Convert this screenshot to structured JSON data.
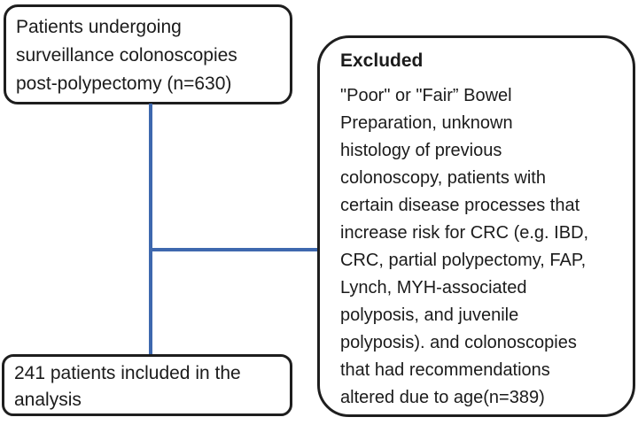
{
  "diagram": {
    "type": "patient-flow-chart",
    "population_box": {
      "text": "Patients undergoing\nsurveillance colonoscopies\npost-polypectomy (n=630)"
    },
    "excluded_box": {
      "title": "Excluded",
      "body": "\"Poor\" or \"Fair” Bowel\nPreparation, unknown\nhistology of previous\ncolonoscopy, patients with\ncertain disease processes that\nincrease risk for CRC (e.g. IBD,\nCRC, partial polypectomy, FAP,\nLynch, MYH-associated\npolyposis, and juvenile\npolyposis). and colonoscopies\nthat had recommendations\naltered due to age(n=389)"
    },
    "included_box": {
      "text": "241 patients included in the\nanalysis"
    },
    "counts": {
      "initial_n": 630,
      "excluded_n": 389,
      "included_n": 241
    },
    "colors": {
      "connector_blue": "#3E68AE",
      "box_border": "#1e1e1e",
      "background": "#ffffff",
      "text": "#1b1b1b"
    }
  }
}
